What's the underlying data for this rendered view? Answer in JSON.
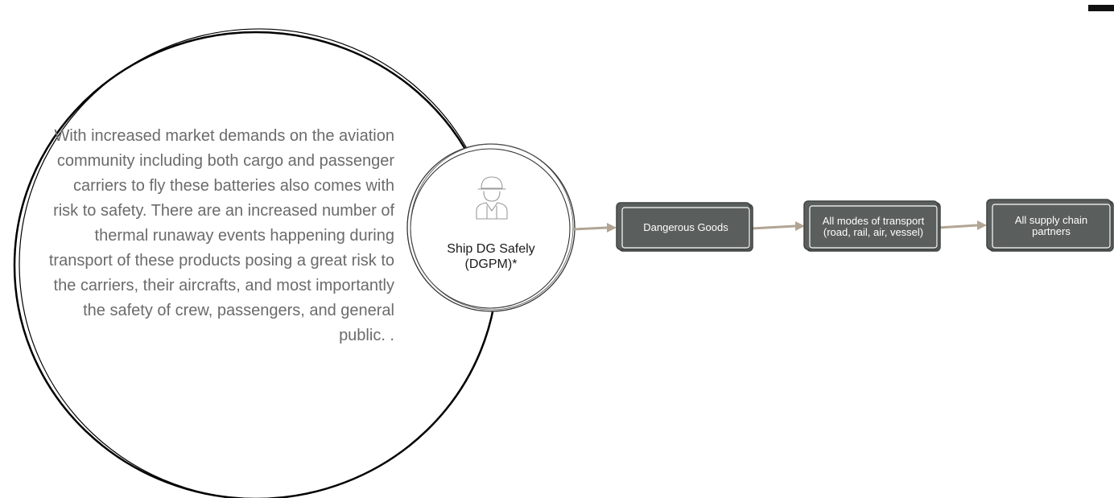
{
  "paragraph": "With increased market demands on the aviation community including both cargo and passenger carriers to fly these batteries also comes with risk to safety.  There are an increased number of thermal runaway events happening during transport of these products posing a great risk to the carriers, their aircrafts, and most importantly the safety of crew, passengers, and general public. .",
  "hub": {
    "label": "Ship DG Safely (DGPM)*",
    "icon": "worker-hardhat-icon"
  },
  "boxes": [
    {
      "label": "Dangerous Goods"
    },
    {
      "label": "All modes of transport (road, rail, air, vessel)"
    },
    {
      "label": "All supply chain partners"
    }
  ],
  "colors": {
    "box_fill": "#5a5e5d",
    "box_stroke": "#3f4342",
    "connector": "#b2a594",
    "circle_stroke": "#000000",
    "paragraph_text": "#6b6b6b"
  }
}
